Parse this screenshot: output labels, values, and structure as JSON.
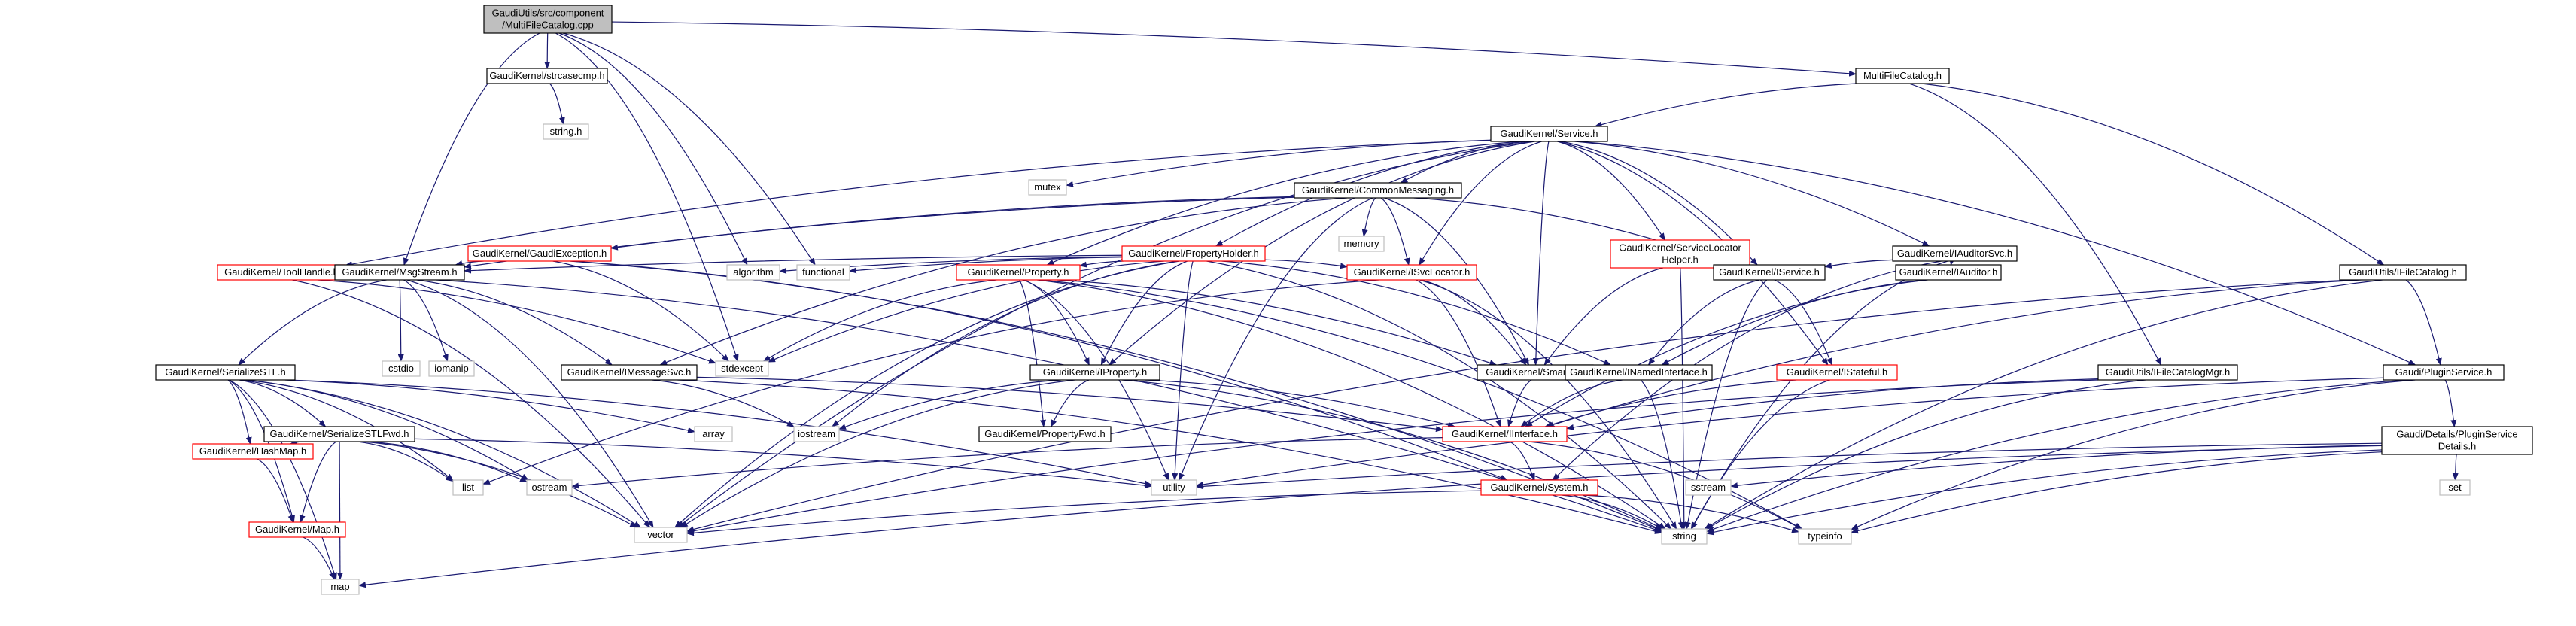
{
  "colors": {
    "edge": "#191970",
    "node_border": "#000000",
    "node_border_missing": "#bfbfbf",
    "node_border_truncated": "#ff0000",
    "root_fill": "#bfbfbf",
    "node_fill": "#ffffff",
    "text": "#000000"
  },
  "nodes": [
    {
      "id": "root",
      "lines": [
        "GaudiUtils/src/component",
        "/MultiFileCatalog.cpp"
      ],
      "kind": "root"
    },
    {
      "id": "strcasecmp",
      "lines": [
        "GaudiKernel/strcasecmp.h"
      ],
      "kind": "normal"
    },
    {
      "id": "multifilecatalog",
      "lines": [
        "MultiFileCatalog.h"
      ],
      "kind": "normal"
    },
    {
      "id": "string_h",
      "lines": [
        "string.h"
      ],
      "kind": "missing"
    },
    {
      "id": "service",
      "lines": [
        "GaudiKernel/Service.h"
      ],
      "kind": "normal"
    },
    {
      "id": "mutex",
      "lines": [
        "mutex"
      ],
      "kind": "missing"
    },
    {
      "id": "commonmessaging",
      "lines": [
        "GaudiKernel/CommonMessaging.h"
      ],
      "kind": "normal"
    },
    {
      "id": "memory",
      "lines": [
        "memory"
      ],
      "kind": "missing"
    },
    {
      "id": "gaudiexception",
      "lines": [
        "GaudiKernel/GaudiException.h"
      ],
      "kind": "truncated"
    },
    {
      "id": "propertyholder",
      "lines": [
        "GaudiKernel/PropertyHolder.h"
      ],
      "kind": "truncated"
    },
    {
      "id": "servicelocatorhelper",
      "lines": [
        "GaudiKernel/ServiceLocator",
        "Helper.h"
      ],
      "kind": "truncated"
    },
    {
      "id": "iauditorsvc",
      "lines": [
        "GaudiKernel/IAuditorSvc.h"
      ],
      "kind": "normal"
    },
    {
      "id": "toolhandle",
      "lines": [
        "GaudiKernel/ToolHandle.h"
      ],
      "kind": "truncated"
    },
    {
      "id": "msgstream",
      "lines": [
        "GaudiKernel/MsgStream.h"
      ],
      "kind": "normal"
    },
    {
      "id": "algorithm",
      "lines": [
        "algorithm"
      ],
      "kind": "missing"
    },
    {
      "id": "functional",
      "lines": [
        "functional"
      ],
      "kind": "missing"
    },
    {
      "id": "property",
      "lines": [
        "GaudiKernel/Property.h"
      ],
      "kind": "truncated"
    },
    {
      "id": "isvclocator",
      "lines": [
        "GaudiKernel/ISvcLocator.h"
      ],
      "kind": "truncated"
    },
    {
      "id": "iservice",
      "lines": [
        "GaudiKernel/IService.h"
      ],
      "kind": "normal"
    },
    {
      "id": "iauditor",
      "lines": [
        "GaudiKernel/IAuditor.h"
      ],
      "kind": "normal"
    },
    {
      "id": "ifilecatalog",
      "lines": [
        "GaudiUtils/IFileCatalog.h"
      ],
      "kind": "normal"
    },
    {
      "id": "serializestl",
      "lines": [
        "GaudiKernel/SerializeSTL.h"
      ],
      "kind": "normal"
    },
    {
      "id": "cstdio",
      "lines": [
        "cstdio"
      ],
      "kind": "missing"
    },
    {
      "id": "iomanip",
      "lines": [
        "iomanip"
      ],
      "kind": "missing"
    },
    {
      "id": "imessagesvc",
      "lines": [
        "GaudiKernel/IMessageSvc.h"
      ],
      "kind": "normal"
    },
    {
      "id": "stdexcept",
      "lines": [
        "stdexcept"
      ],
      "kind": "missing"
    },
    {
      "id": "iproperty",
      "lines": [
        "GaudiKernel/IProperty.h"
      ],
      "kind": "normal"
    },
    {
      "id": "smartif",
      "lines": [
        "GaudiKernel/SmartIF.h"
      ],
      "kind": "normal"
    },
    {
      "id": "inamedinterface",
      "lines": [
        "GaudiKernel/INamedInterface.h"
      ],
      "kind": "normal"
    },
    {
      "id": "istateful",
      "lines": [
        "GaudiKernel/IStateful.h"
      ],
      "kind": "truncated"
    },
    {
      "id": "ifilecatalogmgr",
      "lines": [
        "GaudiUtils/IFileCatalogMgr.h"
      ],
      "kind": "normal"
    },
    {
      "id": "pluginservice",
      "lines": [
        "Gaudi/PluginService.h"
      ],
      "kind": "normal"
    },
    {
      "id": "array",
      "lines": [
        "array"
      ],
      "kind": "missing"
    },
    {
      "id": "iostream",
      "lines": [
        "iostream"
      ],
      "kind": "missing"
    },
    {
      "id": "propertyfwd",
      "lines": [
        "GaudiKernel/PropertyFwd.h"
      ],
      "kind": "normal"
    },
    {
      "id": "iinterface",
      "lines": [
        "GaudiKernel/IInterface.h"
      ],
      "kind": "truncated"
    },
    {
      "id": "pluginservicedetails",
      "lines": [
        "Gaudi/Details/PluginService",
        "Details.h"
      ],
      "kind": "normal"
    },
    {
      "id": "serializestlfwd",
      "lines": [
        "GaudiKernel/SerializeSTLFwd.h"
      ],
      "kind": "normal"
    },
    {
      "id": "hashmap",
      "lines": [
        "GaudiKernel/HashMap.h"
      ],
      "kind": "truncated"
    },
    {
      "id": "list",
      "lines": [
        "list"
      ],
      "kind": "missing"
    },
    {
      "id": "ostream",
      "lines": [
        "ostream"
      ],
      "kind": "missing"
    },
    {
      "id": "utility",
      "lines": [
        "utility"
      ],
      "kind": "missing"
    },
    {
      "id": "system",
      "lines": [
        "GaudiKernel/System.h"
      ],
      "kind": "truncated"
    },
    {
      "id": "sstream",
      "lines": [
        "sstream"
      ],
      "kind": "missing"
    },
    {
      "id": "set",
      "lines": [
        "set"
      ],
      "kind": "missing"
    },
    {
      "id": "map_h",
      "lines": [
        "GaudiKernel/Map.h"
      ],
      "kind": "truncated"
    },
    {
      "id": "vector",
      "lines": [
        "vector"
      ],
      "kind": "missing"
    },
    {
      "id": "string",
      "lines": [
        "string"
      ],
      "kind": "missing"
    },
    {
      "id": "typeinfo",
      "lines": [
        "typeinfo"
      ],
      "kind": "missing"
    },
    {
      "id": "map",
      "lines": [
        "map"
      ],
      "kind": "missing"
    }
  ],
  "edges": [
    [
      "root",
      "strcasecmp"
    ],
    [
      "root",
      "multifilecatalog"
    ],
    [
      "root",
      "msgstream"
    ],
    [
      "root",
      "algorithm"
    ],
    [
      "root",
      "functional"
    ],
    [
      "root",
      "stdexcept"
    ],
    [
      "strcasecmp",
      "string_h"
    ],
    [
      "multifilecatalog",
      "service"
    ],
    [
      "multifilecatalog",
      "ifilecatalogmgr"
    ],
    [
      "multifilecatalog",
      "ifilecatalog"
    ],
    [
      "service",
      "mutex"
    ],
    [
      "service",
      "commonmessaging"
    ],
    [
      "service",
      "propertyholder"
    ],
    [
      "service",
      "servicelocatorhelper"
    ],
    [
      "service",
      "iauditorsvc"
    ],
    [
      "service",
      "toolhandle"
    ],
    [
      "service",
      "property"
    ],
    [
      "service",
      "isvclocator"
    ],
    [
      "service",
      "iservice"
    ],
    [
      "service",
      "istateful"
    ],
    [
      "service",
      "smartif"
    ],
    [
      "service",
      "pluginservice"
    ],
    [
      "service",
      "vector"
    ],
    [
      "service",
      "iproperty"
    ],
    [
      "commonmessaging",
      "memory"
    ],
    [
      "commonmessaging",
      "gaudiexception"
    ],
    [
      "commonmessaging",
      "msgstream"
    ],
    [
      "commonmessaging",
      "imessagesvc"
    ],
    [
      "commonmessaging",
      "isvclocator"
    ],
    [
      "commonmessaging",
      "smartif"
    ],
    [
      "commonmessaging",
      "iservice"
    ],
    [
      "commonmessaging",
      "utility"
    ],
    [
      "gaudiexception",
      "msgstream"
    ],
    [
      "gaudiexception",
      "system"
    ],
    [
      "gaudiexception",
      "stdexcept"
    ],
    [
      "gaudiexception",
      "string"
    ],
    [
      "propertyholder",
      "algorithm"
    ],
    [
      "propertyholder",
      "functional"
    ],
    [
      "propertyholder",
      "property"
    ],
    [
      "propertyholder",
      "msgstream"
    ],
    [
      "propertyholder",
      "isvclocator"
    ],
    [
      "propertyholder",
      "inamedinterface"
    ],
    [
      "propertyholder",
      "iproperty"
    ],
    [
      "propertyholder",
      "stdexcept"
    ],
    [
      "propertyholder",
      "iostream"
    ],
    [
      "propertyholder",
      "utility"
    ],
    [
      "propertyholder",
      "vector"
    ],
    [
      "propertyholder",
      "string"
    ],
    [
      "servicelocatorhelper",
      "iservice"
    ],
    [
      "servicelocatorhelper",
      "smartif"
    ],
    [
      "servicelocatorhelper",
      "string"
    ],
    [
      "iauditorsvc",
      "iservice"
    ],
    [
      "iauditorsvc",
      "iauditor"
    ],
    [
      "iauditorsvc",
      "system"
    ],
    [
      "iauditorsvc",
      "string"
    ],
    [
      "toolhandle",
      "msgstream"
    ],
    [
      "toolhandle",
      "stdexcept"
    ],
    [
      "toolhandle",
      "vector"
    ],
    [
      "msgstream",
      "serializestl"
    ],
    [
      "msgstream",
      "imessagesvc"
    ],
    [
      "msgstream",
      "cstdio"
    ],
    [
      "msgstream",
      "iomanip"
    ],
    [
      "msgstream",
      "string"
    ],
    [
      "msgstream",
      "vector"
    ],
    [
      "property",
      "iproperty"
    ],
    [
      "property",
      "propertyfwd"
    ],
    [
      "property",
      "smartif"
    ],
    [
      "property",
      "stdexcept"
    ],
    [
      "property",
      "string"
    ],
    [
      "property",
      "typeinfo"
    ],
    [
      "property",
      "utility"
    ],
    [
      "isvclocator",
      "iinterface"
    ],
    [
      "isvclocator",
      "smartif"
    ],
    [
      "isvclocator",
      "string"
    ],
    [
      "isvclocator",
      "list"
    ],
    [
      "iservice",
      "inamedinterface"
    ],
    [
      "iservice",
      "istateful"
    ],
    [
      "iservice",
      "string"
    ],
    [
      "iauditor",
      "inamedinterface"
    ],
    [
      "iauditor",
      "iinterface"
    ],
    [
      "ifilecatalog",
      "pluginservice"
    ],
    [
      "ifilecatalog",
      "iinterface"
    ],
    [
      "ifilecatalog",
      "string"
    ],
    [
      "ifilecatalog",
      "vector"
    ],
    [
      "serializestl",
      "serializestlfwd"
    ],
    [
      "serializestl",
      "hashmap"
    ],
    [
      "serializestl",
      "map_h"
    ],
    [
      "serializestl",
      "list"
    ],
    [
      "serializestl",
      "ostream"
    ],
    [
      "serializestl",
      "array"
    ],
    [
      "serializestl",
      "utility"
    ],
    [
      "serializestl",
      "vector"
    ],
    [
      "serializestl",
      "map"
    ],
    [
      "imessagesvc",
      "iinterface"
    ],
    [
      "imessagesvc",
      "iostream"
    ],
    [
      "imessagesvc",
      "string"
    ],
    [
      "iproperty",
      "iinterface"
    ],
    [
      "iproperty",
      "iostream"
    ],
    [
      "iproperty",
      "string"
    ],
    [
      "iproperty",
      "vector"
    ],
    [
      "iproperty",
      "propertyfwd"
    ],
    [
      "smartif",
      "iinterface"
    ],
    [
      "inamedinterface",
      "iinterface"
    ],
    [
      "inamedinterface",
      "string"
    ],
    [
      "istateful",
      "iinterface"
    ],
    [
      "istateful",
      "string"
    ],
    [
      "ifilecatalogmgr",
      "iinterface"
    ],
    [
      "ifilecatalogmgr",
      "string"
    ],
    [
      "ifilecatalogmgr",
      "vector"
    ],
    [
      "pluginservice",
      "pluginservicedetails"
    ],
    [
      "pluginservice",
      "string"
    ],
    [
      "pluginservice",
      "typeinfo"
    ],
    [
      "pluginservice",
      "utility"
    ],
    [
      "iinterface",
      "system"
    ],
    [
      "iinterface",
      "ostream"
    ],
    [
      "iinterface",
      "typeinfo"
    ],
    [
      "pluginservicedetails",
      "set"
    ],
    [
      "pluginservicedetails",
      "map"
    ],
    [
      "pluginservicedetails",
      "sstream"
    ],
    [
      "pluginservicedetails",
      "string"
    ],
    [
      "pluginservicedetails",
      "typeinfo"
    ],
    [
      "pluginservicedetails",
      "utility"
    ],
    [
      "serializestlfwd",
      "list"
    ],
    [
      "serializestlfwd",
      "map"
    ],
    [
      "serializestlfwd",
      "ostream"
    ],
    [
      "serializestlfwd",
      "utility"
    ],
    [
      "serializestlfwd",
      "vector"
    ],
    [
      "serializestlfwd",
      "hashmap"
    ],
    [
      "serializestlfwd",
      "map_h"
    ],
    [
      "hashmap",
      "map_h"
    ],
    [
      "map_h",
      "map"
    ],
    [
      "system",
      "string"
    ],
    [
      "system",
      "typeinfo"
    ],
    [
      "system",
      "vector"
    ]
  ]
}
